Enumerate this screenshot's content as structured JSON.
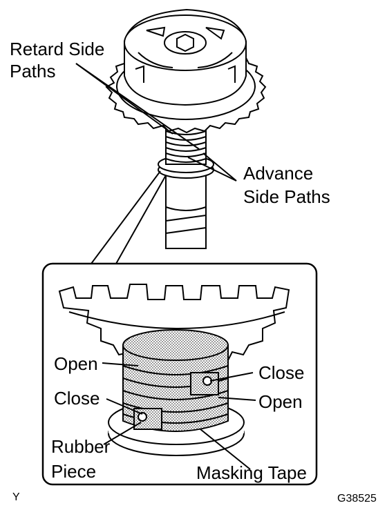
{
  "labels": {
    "retard_line1": "Retard Side",
    "retard_line2": "Paths",
    "advance_line1": "Advance",
    "advance_line2": "Side Paths",
    "open_left": "Open",
    "close_right": "Close",
    "close_left": "Close",
    "open_right": "Open",
    "rubber_line1": "Rubber",
    "rubber_line2": "Piece",
    "masking_tape": "Masking Tape"
  },
  "corner_letter": "Y",
  "figure_code": "G38525",
  "colors": {
    "ink": "#000000",
    "paper": "#ffffff",
    "tape_shade": "#d8d8d8"
  }
}
